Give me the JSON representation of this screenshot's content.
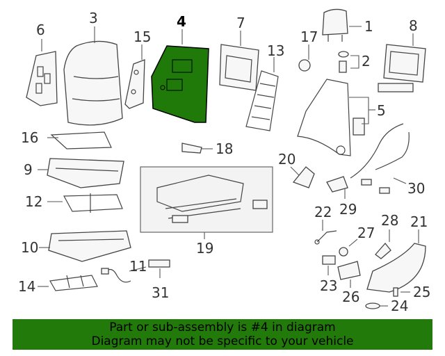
{
  "labels": {
    "p1": "1",
    "p2": "2",
    "p3": "3",
    "p4": "4",
    "p5": "5",
    "p6": "6",
    "p7": "7",
    "p8": "8",
    "p9": "9",
    "p10": "10",
    "p11": "11",
    "p12": "12",
    "p13": "13",
    "p14": "14",
    "p15": "15",
    "p16": "16",
    "p17": "17",
    "p18": "18",
    "p19": "19",
    "p20": "20",
    "p21": "21",
    "p22": "22",
    "p23": "23",
    "p24": "24",
    "p25": "25",
    "p26": "26",
    "p27": "27",
    "p28": "28",
    "p29": "29",
    "p30": "30",
    "p31": "31"
  },
  "highlight_color": "#1f7a0a",
  "footer": {
    "line1": "Part or sub-assembly is #4 in diagram",
    "line2": "Diagram may not be specific to your vehicle",
    "color": "#227a0b"
  }
}
